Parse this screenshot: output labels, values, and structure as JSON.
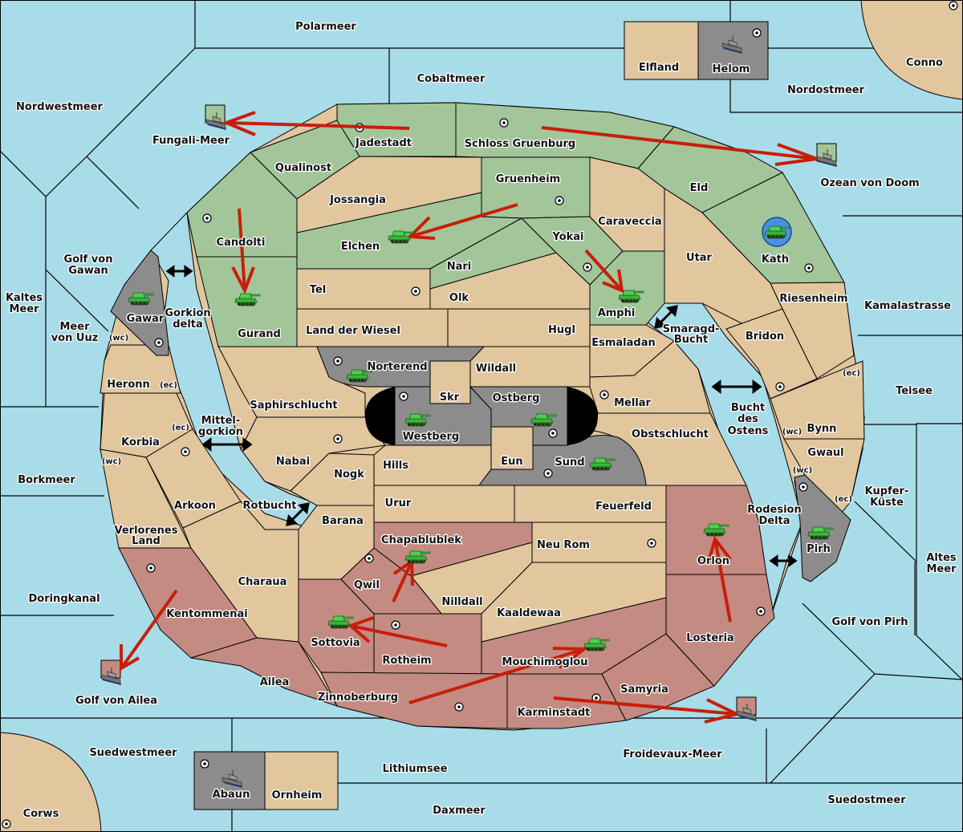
{
  "colors": {
    "sea": "#a8dce9",
    "neutral": "#e1c69e",
    "green_power": "#a3c59a",
    "red_power": "#c48b82",
    "grey_power": "#8c8c8c",
    "impassable": "#000000",
    "order_arrow": "#c81e0a",
    "border": "#000000",
    "selected_unit_ring": "#4a90e2"
  },
  "sea_regions": [
    {
      "name": "Polarmeer"
    },
    {
      "name": "Cobaltmeer"
    },
    {
      "name": "Nordwestmeer"
    },
    {
      "name": "Fungali-Meer"
    },
    {
      "name": "Nordostmeer"
    },
    {
      "name": "Ozean von Doom"
    },
    {
      "name": "Golf von Gawan"
    },
    {
      "name": "Kaltes Meer"
    },
    {
      "name": "Meer von Uuz"
    },
    {
      "name": "Gorkion delta"
    },
    {
      "name": "Mittel-gorkion"
    },
    {
      "name": "Borkmeer"
    },
    {
      "name": "Rotbucht"
    },
    {
      "name": "Doringkanal"
    },
    {
      "name": "Golf von Ailea"
    },
    {
      "name": "Suedwestmeer"
    },
    {
      "name": "Lithiumsee"
    },
    {
      "name": "Daxmeer"
    },
    {
      "name": "Froidevaux-Meer"
    },
    {
      "name": "Suedostmeer"
    },
    {
      "name": "Golf von Pirh"
    },
    {
      "name": "Altes Meer"
    },
    {
      "name": "Kupfer-Küste"
    },
    {
      "name": "Teisee"
    },
    {
      "name": "Kamalastrasse"
    },
    {
      "name": "Smaragd-Bucht"
    },
    {
      "name": "Bucht des Ostens"
    },
    {
      "name": "Rodesion Delta"
    }
  ],
  "labels": {
    "polarmeer": "Polarmeer",
    "cobaltmeer": "Cobaltmeer",
    "nordwestmeer": "Nordwestmeer",
    "fungali": "Fungali-Meer",
    "nordostmeer": "Nordostmeer",
    "ozean": "Ozean von Doom",
    "golf_gawan_1": "Golf von",
    "golf_gawan_2": "Gawan",
    "kaltes_1": "Kaltes",
    "kaltes_2": "Meer",
    "uuz_1": "Meer",
    "uuz_2": "von Uuz",
    "gorkion_1": "Gorkion",
    "gorkion_2": "delta",
    "mittel_1": "Mittel-",
    "mittel_2": "gorkion",
    "borkmeer": "Borkmeer",
    "rotbucht": "Rotbucht",
    "doringkanal": "Doringkanal",
    "golf_ailea": "Golf von Ailea",
    "suedwestmeer": "Suedwestmeer",
    "lithiumsee": "Lithiumsee",
    "daxmeer": "Daxmeer",
    "froidevaux": "Froidevaux-Meer",
    "suedostmeer": "Suedostmeer",
    "golf_pirh": "Golf von Pirh",
    "altes_1": "Altes",
    "altes_2": "Meer",
    "kupfer_1": "Kupfer-",
    "kupfer_2": "Küste",
    "teisee": "Teisee",
    "kamalastrasse": "Kamalastrasse",
    "smaragd_1": "Smaragd-",
    "smaragd_2": "Bucht",
    "bucht_1": "Bucht",
    "bucht_2": "des",
    "bucht_3": "Ostens",
    "rodesion_1": "Rodesion",
    "rodesion_2": "Delta",
    "elfland": "Elfland",
    "helom": "Helom",
    "conno": "Conno",
    "corws": "Corws",
    "abaun": "Abaun",
    "ornheim": "Ornheim",
    "jadestadt": "Jadestadt",
    "schloss": "Schloss Gruenburg",
    "qualinost": "Qualinost",
    "jossangia": "Jossangia",
    "gruenheim": "Gruenheim",
    "eld": "Eld",
    "caraveccia": "Caraveccia",
    "candolti": "Candolti",
    "elchen": "Elchen",
    "yokai": "Yokai",
    "kath": "Kath",
    "utar": "Utar",
    "nari": "Nari",
    "gurand": "Gurand",
    "gawar": "Gawar",
    "tel": "Tel",
    "olk": "Olk",
    "amphi": "Amphi",
    "riesenheim": "Riesenheim",
    "land_wiesel": "Land der Wiesel",
    "hugl": "Hugl",
    "bridon": "Bridon",
    "esmaladan": "Esmaladan",
    "heronn": "Heronn",
    "norterend": "Norterend",
    "wildall": "Wildall",
    "skr": "Skr",
    "saphir": "Saphirschlucht",
    "ostberg": "Ostberg",
    "mellar": "Mellar",
    "westberg": "Westberg",
    "bynn": "Bynn",
    "korbia": "Korbia",
    "obstschlucht": "Obstschlucht",
    "nabai": "Nabai",
    "hills": "Hills",
    "eun": "Eun",
    "gwaul": "Gwaul",
    "sund": "Sund",
    "nogk": "Nogk",
    "arkoon": "Arkoon",
    "urur": "Urur",
    "feuerfeld": "Feuerfeld",
    "barana": "Barana",
    "verlorenes_1": "Verlorenes",
    "verlorenes_2": "Land",
    "chapa": "Chapablublek",
    "neurom": "Neu Rom",
    "pirh": "Pirh",
    "orlon": "Orlon",
    "qwil": "Qwil",
    "charaua": "Charaua",
    "nilldall": "Nilldall",
    "kentommenai": "Kentommenai",
    "kaaldewaa": "Kaaldewaa",
    "sottovia": "Sottovia",
    "losteria": "Losteria",
    "rotheim": "Rotheim",
    "mouchi": "Mouchimoglou",
    "ailea": "Ailea",
    "samyria": "Samyria",
    "zinnoberburg": "Zinnoberburg",
    "karminstadt": "Karminstadt"
  },
  "coasts": {
    "wc": "(wc)",
    "ec": "(ec)"
  },
  "units": [
    {
      "type": "fleet",
      "territory": "Fungali-Meer",
      "owner": "green"
    },
    {
      "type": "fleet",
      "territory": "Ozean von Doom",
      "owner": "green"
    },
    {
      "type": "fleet",
      "territory": "Helom",
      "owner": "grey"
    },
    {
      "type": "fleet",
      "territory": "Golf von Ailea",
      "owner": "red"
    },
    {
      "type": "fleet",
      "territory": "Froidevaux-Meer",
      "owner": "red"
    },
    {
      "type": "fleet",
      "territory": "Abaun",
      "owner": "grey"
    },
    {
      "type": "army",
      "territory": "Gurand",
      "owner": "green"
    },
    {
      "type": "army",
      "territory": "Elchen",
      "owner": "green"
    },
    {
      "type": "army",
      "territory": "Amphi",
      "owner": "green"
    },
    {
      "type": "army",
      "territory": "Kath",
      "owner": "green",
      "selected": true
    },
    {
      "type": "army",
      "territory": "Gawar",
      "owner": "grey"
    },
    {
      "type": "army",
      "territory": "Norterend",
      "owner": "grey"
    },
    {
      "type": "army",
      "territory": "Westberg",
      "owner": "grey"
    },
    {
      "type": "army",
      "territory": "Ostberg",
      "owner": "grey"
    },
    {
      "type": "army",
      "territory": "Sund",
      "owner": "grey"
    },
    {
      "type": "army",
      "territory": "Pirh",
      "owner": "grey"
    },
    {
      "type": "army",
      "territory": "Chapablublek",
      "owner": "red"
    },
    {
      "type": "army",
      "territory": "Sottovia",
      "owner": "red"
    },
    {
      "type": "army",
      "territory": "Mouchimoglou",
      "owner": "red"
    },
    {
      "type": "army",
      "territory": "Orlon",
      "owner": "red"
    }
  ],
  "orders": [
    {
      "from": "Jadestadt",
      "to": "Fungali-Meer"
    },
    {
      "from": "Schloss Gruenburg",
      "to": "Ozean von Doom"
    },
    {
      "from": "Candolti",
      "to": "Gurand"
    },
    {
      "from": "Gruenheim",
      "to": "Elchen"
    },
    {
      "from": "Yokai",
      "to": "Amphi"
    },
    {
      "from": "Kentommenai",
      "to": "Golf von Ailea"
    },
    {
      "from": "Qwil",
      "to": "Chapablublek"
    },
    {
      "from": "Rotheim",
      "to": "Sottovia"
    },
    {
      "from": "Zinnoberburg",
      "to": "Mouchimoglou"
    },
    {
      "from": "Losteria",
      "to": "Orlon"
    },
    {
      "from": "Karminstadt",
      "to": "Froidevaux-Meer"
    }
  ]
}
